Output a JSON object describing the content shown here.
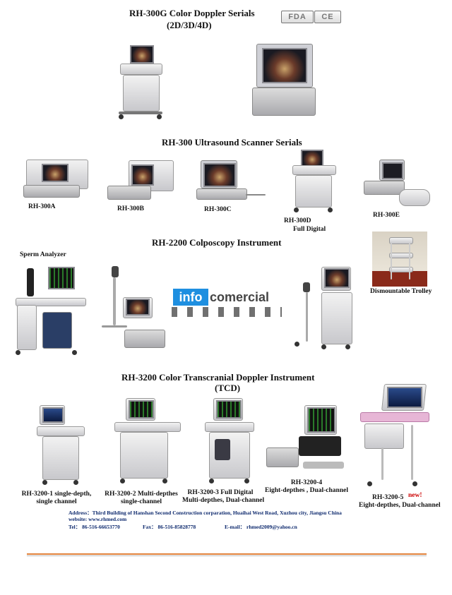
{
  "sections": {
    "rh300g": {
      "title": "RH-300G Color Doppler Serials",
      "subtitle": "(2D/3D/4D)",
      "badges": [
        "FDA",
        "CE"
      ]
    },
    "rh300": {
      "title": "RH-300 Ultrasound Scanner Serials",
      "models": [
        {
          "name": "RH-300A"
        },
        {
          "name": "RH-300B"
        },
        {
          "name": "RH-300C"
        },
        {
          "name": "RH-300D",
          "note": "Full Digital"
        },
        {
          "name": "RH-300E"
        }
      ]
    },
    "rh2200": {
      "title": "RH-2200 Colposcopy Instrument",
      "sperm_label": "Sperm Analyzer",
      "trolley_label": "Dismountable Trolley",
      "watermark": {
        "part1": "info",
        "part2": "comercial"
      }
    },
    "rh3200": {
      "title": "RH-3200 Color Transcranial Doppler Instrument",
      "subtitle": "(TCD)",
      "models": [
        {
          "name": "RH-3200-1 single-depth,",
          "note": "single channel"
        },
        {
          "name": "RH-3200-2  Multi-depthes",
          "note": "single-channel"
        },
        {
          "name": "RH-3200-3    Full Digital",
          "note": "Multi-depthes,  Dual-channel"
        },
        {
          "name": "RH-3200-4",
          "note": "Eight-depthes ,  Dual-channel"
        },
        {
          "name": "RH-3200-5",
          "new": "new!",
          "note": "Eight-depthes, Dual-channel"
        }
      ]
    }
  },
  "footer": {
    "address": "Address：Third Building of Hanshan Second Construction corparation, Huaihai West Road, Xuzhou city, Jiangsu China",
    "website": "website: www.rhmed.com",
    "tel": "Tel： 86-516-66653770",
    "fax": "Fax： 86-516-85828778",
    "email": "E-mail： rhmed2009@yahoo.cn"
  },
  "colors": {
    "rule_orange": "#e0803a",
    "footer_text": "#0e2a6e",
    "new_red": "#cc0000"
  }
}
